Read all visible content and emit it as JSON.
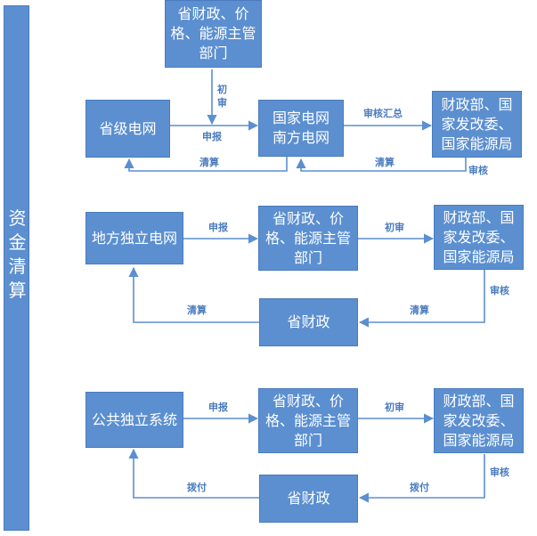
{
  "sidebar": {
    "label": "资金清算"
  },
  "nodes": {
    "top_pricing": "省财政、价格、能源主管部门",
    "provincial_grid": "省级电网",
    "national_grid": "国家电网\n南方电网",
    "ministries_1": "财政部、国家发改委、国家能源局",
    "local_grid": "地方独立电网",
    "pricing_2": "省财政、价格、能源主管部门",
    "ministries_2": "财政部、国家发改委、国家能源局",
    "provincial_finance_2": "省财政",
    "public_system": "公共独立系统",
    "pricing_3": "省财政、价格、能源主管部门",
    "ministries_3": "财政部、国家发改委、国家能源局",
    "provincial_finance_3": "省财政"
  },
  "edges": {
    "initial_review_top": "初审",
    "declare_1": "申报",
    "review_summary": "审核汇总",
    "settle_1a": "清算",
    "settle_1b": "清算",
    "review_1": "审核",
    "declare_2": "申报",
    "initial_review_2": "初审",
    "review_2": "审核",
    "settle_2a": "清算",
    "settle_2b": "清算",
    "declare_3": "申报",
    "initial_review_3": "初审",
    "review_3": "审核",
    "allocate_3a": "拨付",
    "allocate_3b": "拨付"
  }
}
